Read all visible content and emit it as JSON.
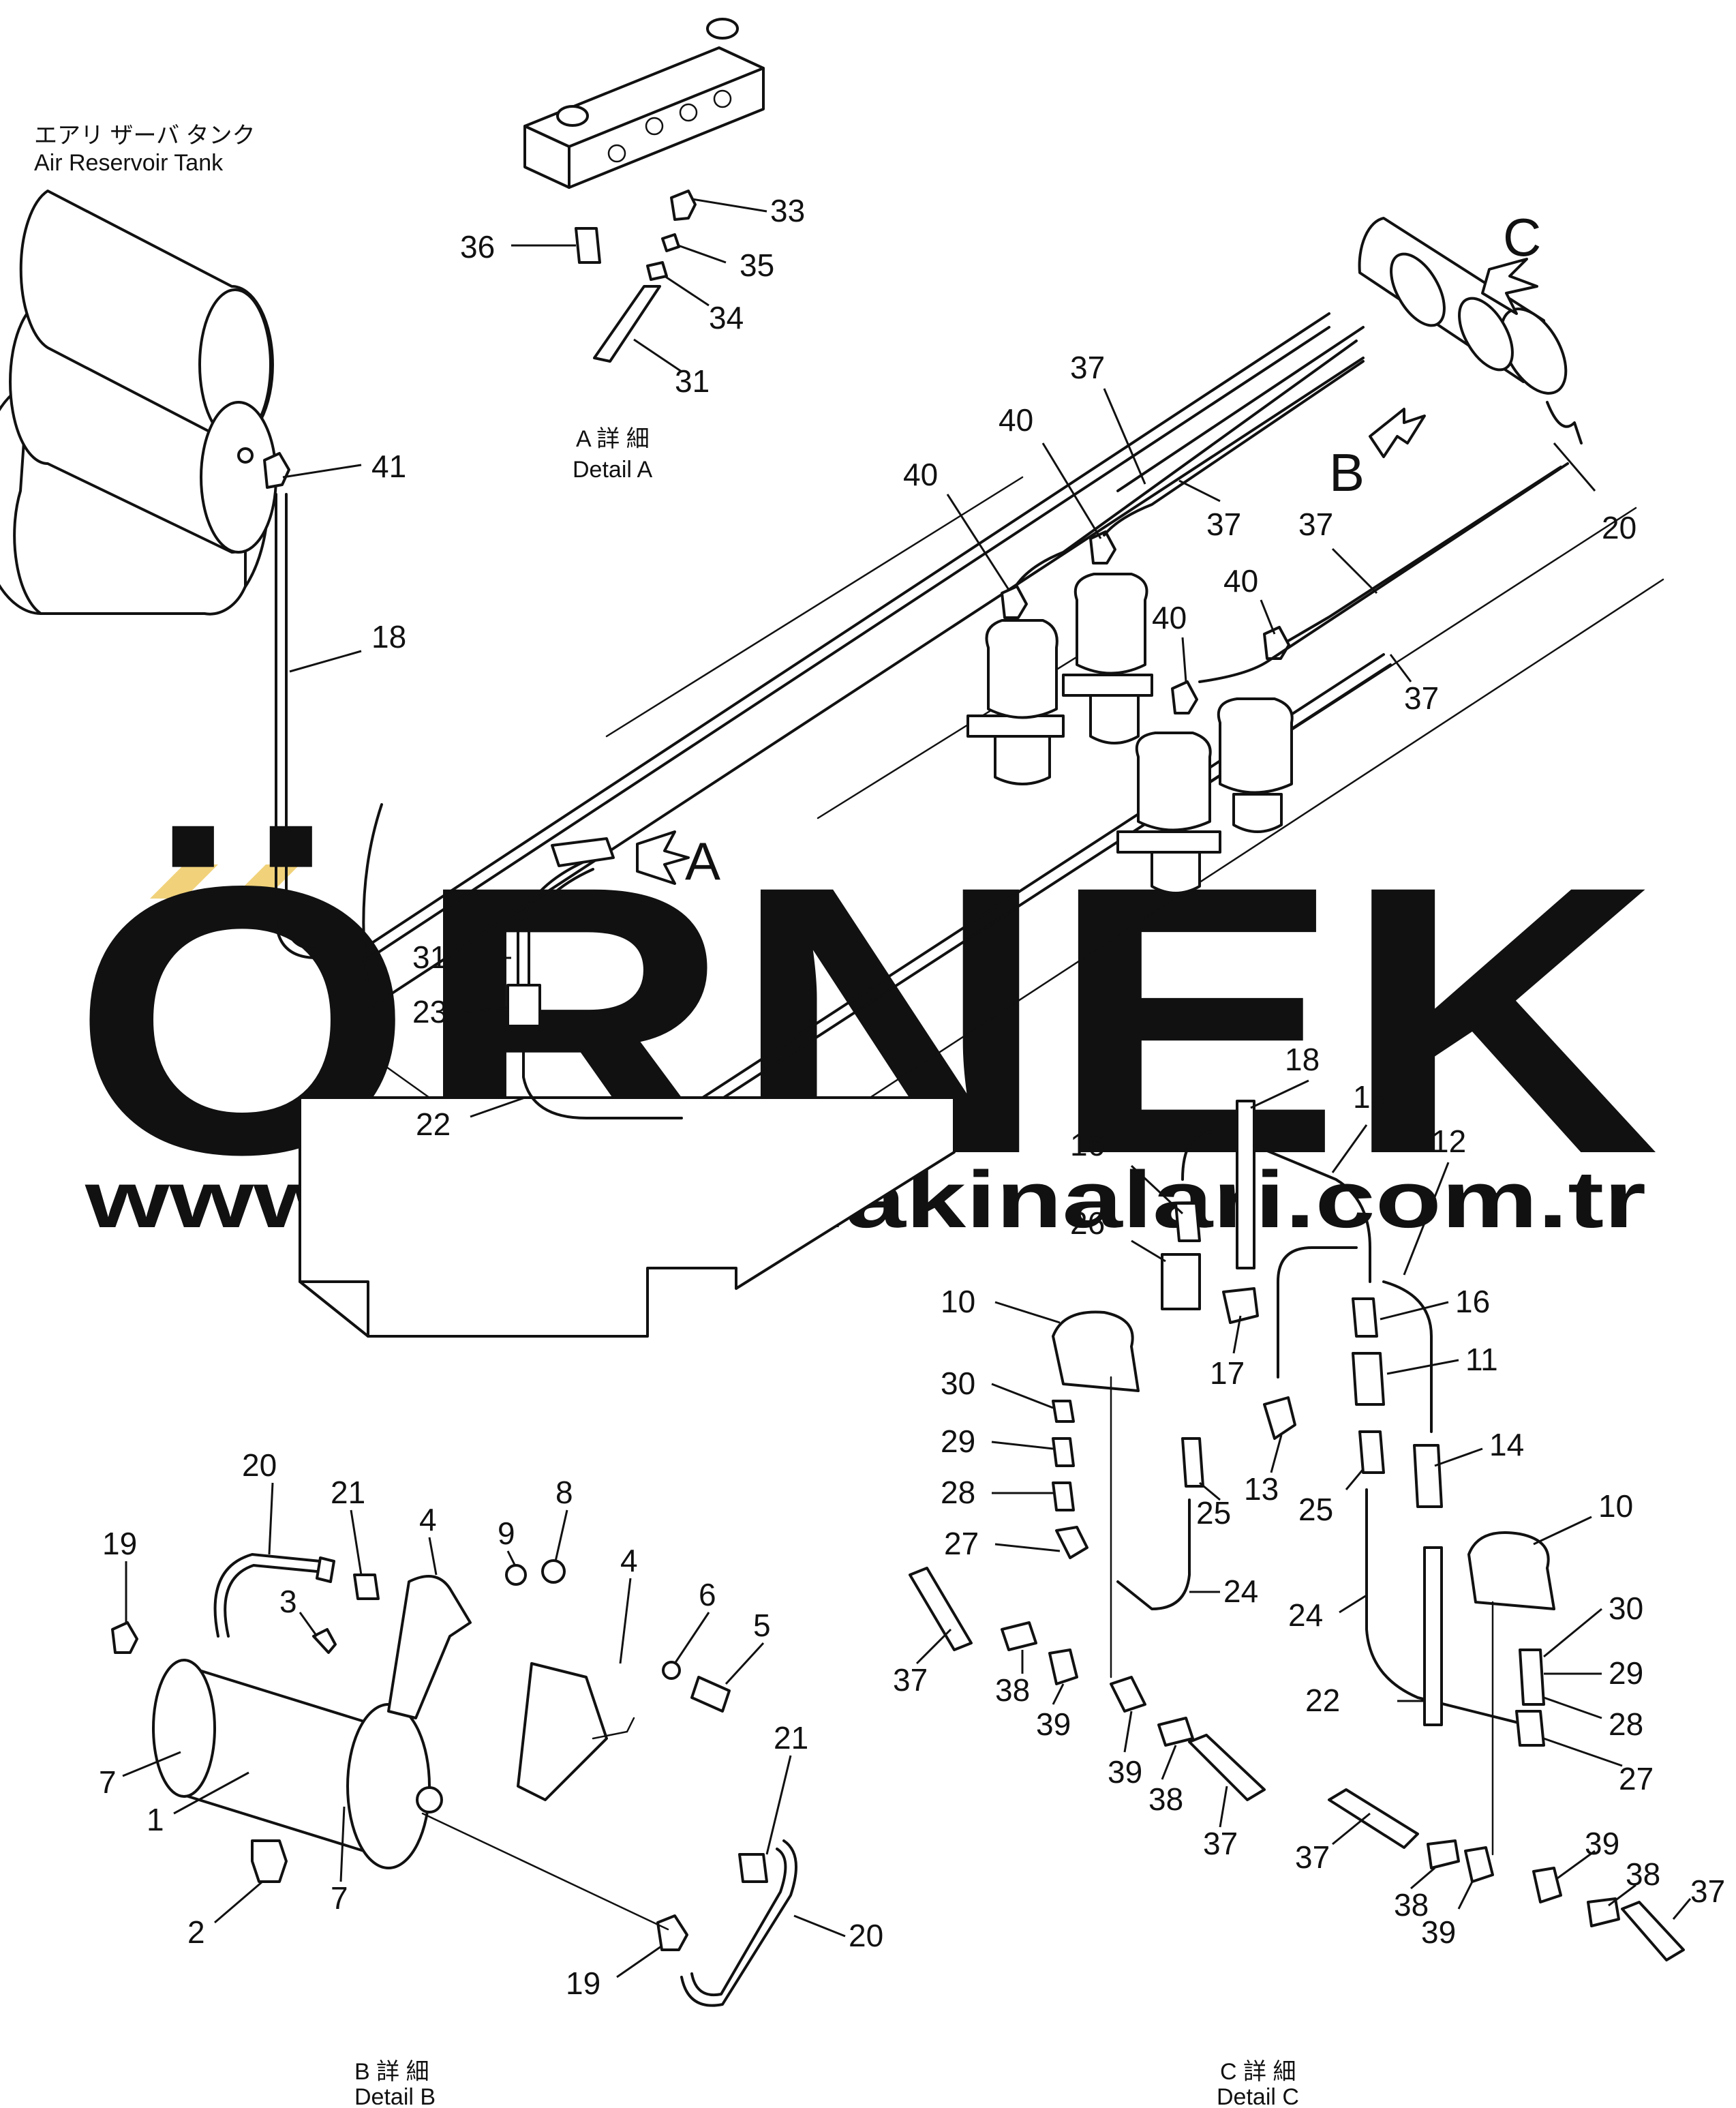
{
  "title": {
    "jp": "エアリ ザーバ タンク",
    "en": "Air Reservoir Tank"
  },
  "details": {
    "a": {
      "jp": "A 詳 細",
      "en": "Detail A"
    },
    "b": {
      "jp": "B 詳 細",
      "en": "Detail B"
    },
    "c": {
      "jp": "C 詳 細",
      "en": "Detail C"
    }
  },
  "view_markers": [
    "A",
    "B",
    "C"
  ],
  "watermark": {
    "brand": "ÖRNEK",
    "url": "www.ornekismakinalari.com.tr",
    "color": "#d4d4d4",
    "accent": "#f1d27a"
  },
  "part_labels": [
    "41",
    "18",
    "33",
    "35",
    "36",
    "34",
    "31",
    "37",
    "40",
    "40",
    "37",
    "37",
    "40",
    "40",
    "37",
    "20",
    "31",
    "23",
    "22",
    "18",
    "15",
    "16",
    "12",
    "26",
    "16",
    "17",
    "10",
    "11",
    "30",
    "13",
    "29",
    "25",
    "14",
    "28",
    "25",
    "10",
    "27",
    "24",
    "30",
    "24",
    "29",
    "37",
    "38",
    "39",
    "28",
    "22",
    "39",
    "38",
    "37",
    "27",
    "37",
    "38",
    "39",
    "39",
    "38",
    "37",
    "20",
    "21",
    "4",
    "9",
    "8",
    "19",
    "3",
    "4",
    "6",
    "5",
    "7",
    "1",
    "21",
    "2",
    "7",
    "20",
    "19"
  ]
}
